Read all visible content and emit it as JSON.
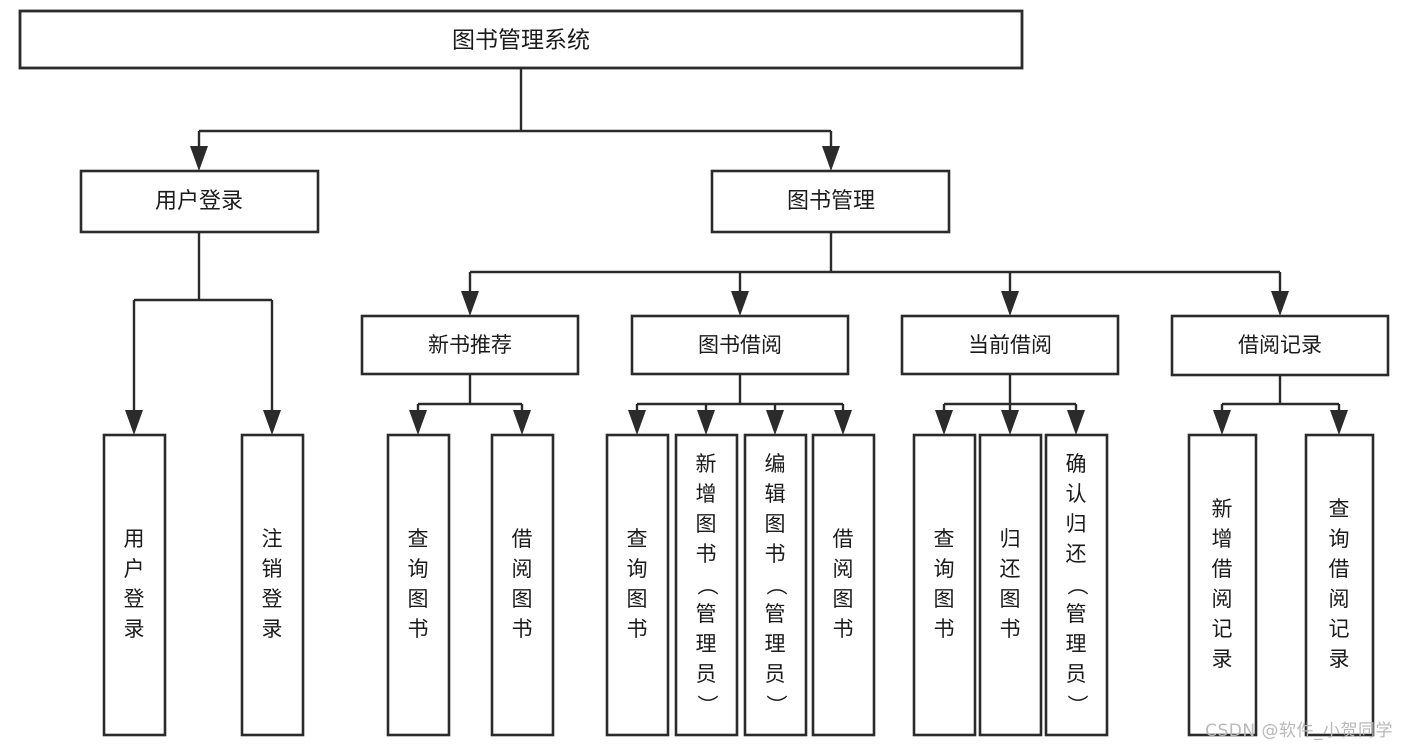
{
  "diagram": {
    "type": "tree",
    "title": "图书管理系统",
    "watermark": "CSDN @软件_小贺同学",
    "colors": {
      "stroke": "#2b2b2b",
      "fill": "#ffffff",
      "text": "#1b1b1b",
      "watermark": "#b9b9b9"
    },
    "root": {
      "label": "图书管理系统"
    },
    "level2": [
      {
        "label": "用户登录"
      },
      {
        "label": "图书管理"
      }
    ],
    "level3": [
      {
        "label": "新书推荐"
      },
      {
        "label": "图书借阅"
      },
      {
        "label": "当前借阅"
      },
      {
        "label": "借阅记录"
      }
    ],
    "leaves": {
      "user_login": [
        {
          "label": "用户登录"
        },
        {
          "label": "注销登录"
        }
      ],
      "new_book_recommend": [
        {
          "label": "查询图书"
        },
        {
          "label": "借阅图书"
        }
      ],
      "book_borrow": [
        {
          "label": "查询图书"
        },
        {
          "label": "新增图书（管理员）"
        },
        {
          "label": "编辑图书（管理员）"
        },
        {
          "label": "借阅图书"
        }
      ],
      "current_borrow": [
        {
          "label": "查询图书"
        },
        {
          "label": "归还图书"
        },
        {
          "label": "确认归还（管理员）"
        }
      ],
      "borrow_record": [
        {
          "label": "新增借阅记录"
        },
        {
          "label": "查询借阅记录"
        }
      ]
    }
  }
}
